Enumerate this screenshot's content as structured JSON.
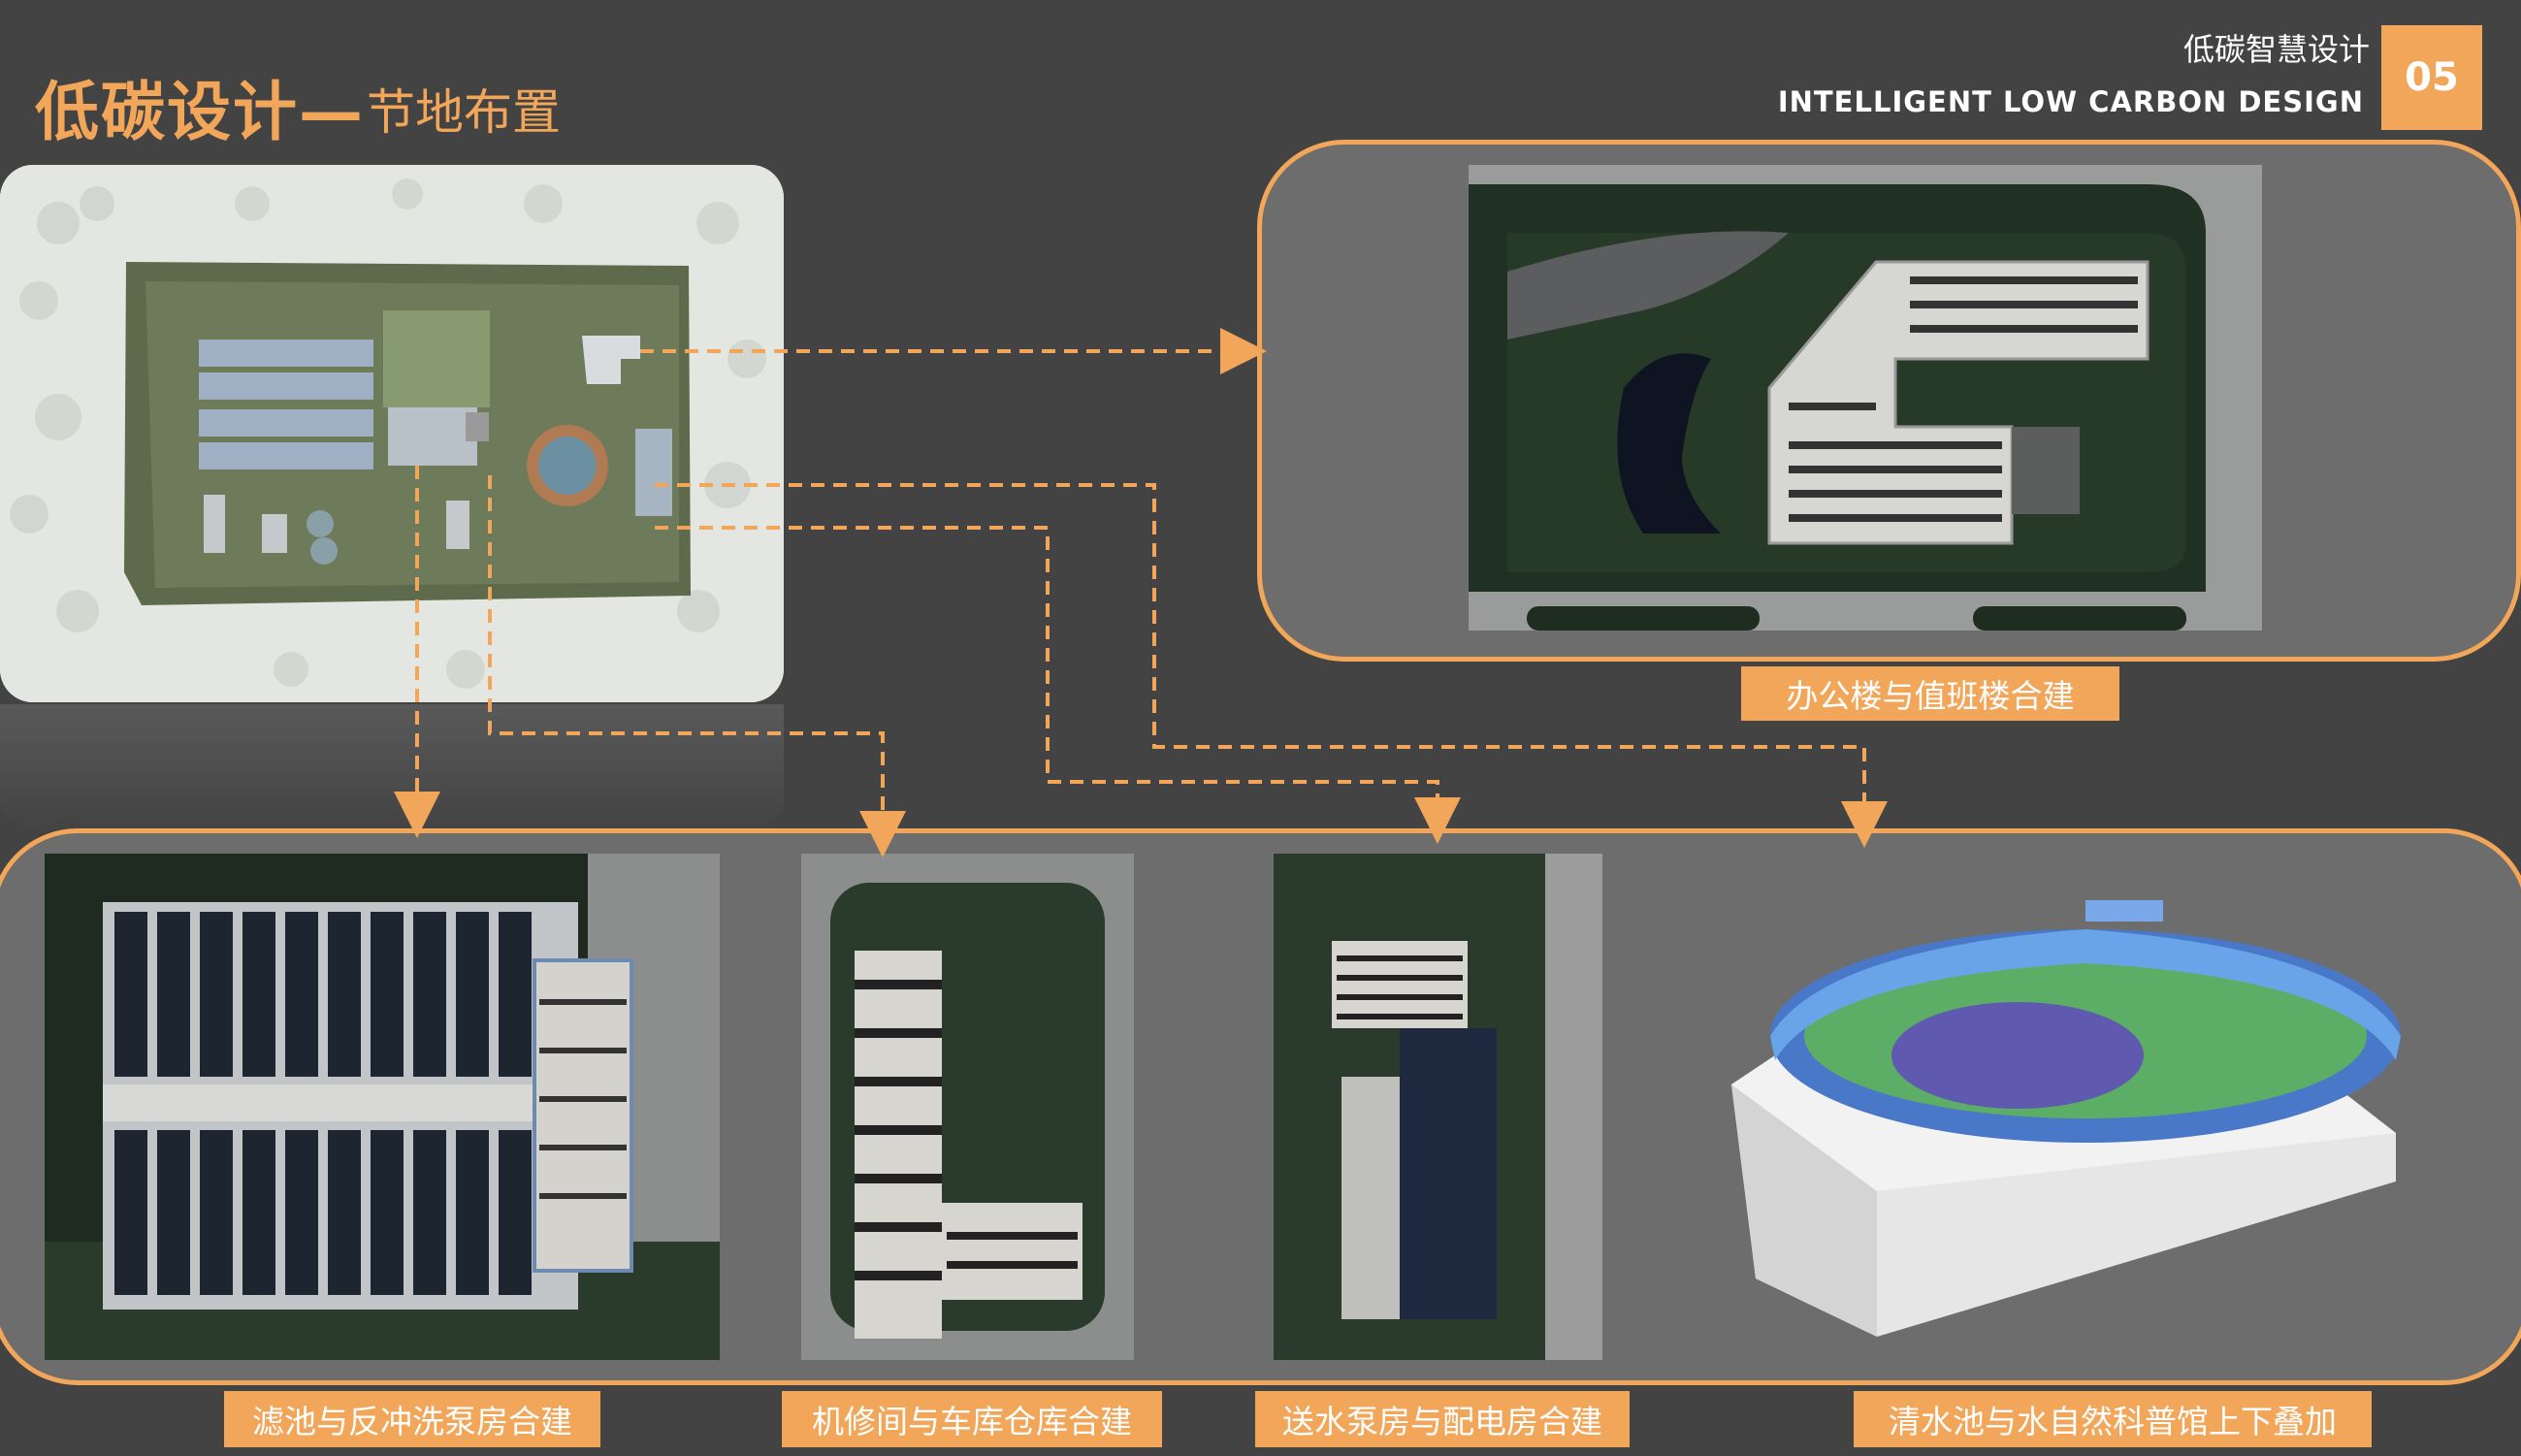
{
  "title": {
    "main": "低碳设计—",
    "sub": "节地布置"
  },
  "header": {
    "cn": "低碳智慧设计",
    "en": "INTELLIGENT  LOW CARBON  DESIGN",
    "page_number": "05"
  },
  "captions": {
    "office": "办公楼与值班楼合建",
    "filter": "滤池与反冲洗泵房合建",
    "repair": "机修间与车库仓库合建",
    "pump": "送水泵房与配电房合建",
    "reservoir": "清水池与水自然科普馆上下叠加"
  },
  "colors": {
    "accent": "#f2a65a",
    "background": "#434343",
    "frame": "#6d6d6d"
  }
}
